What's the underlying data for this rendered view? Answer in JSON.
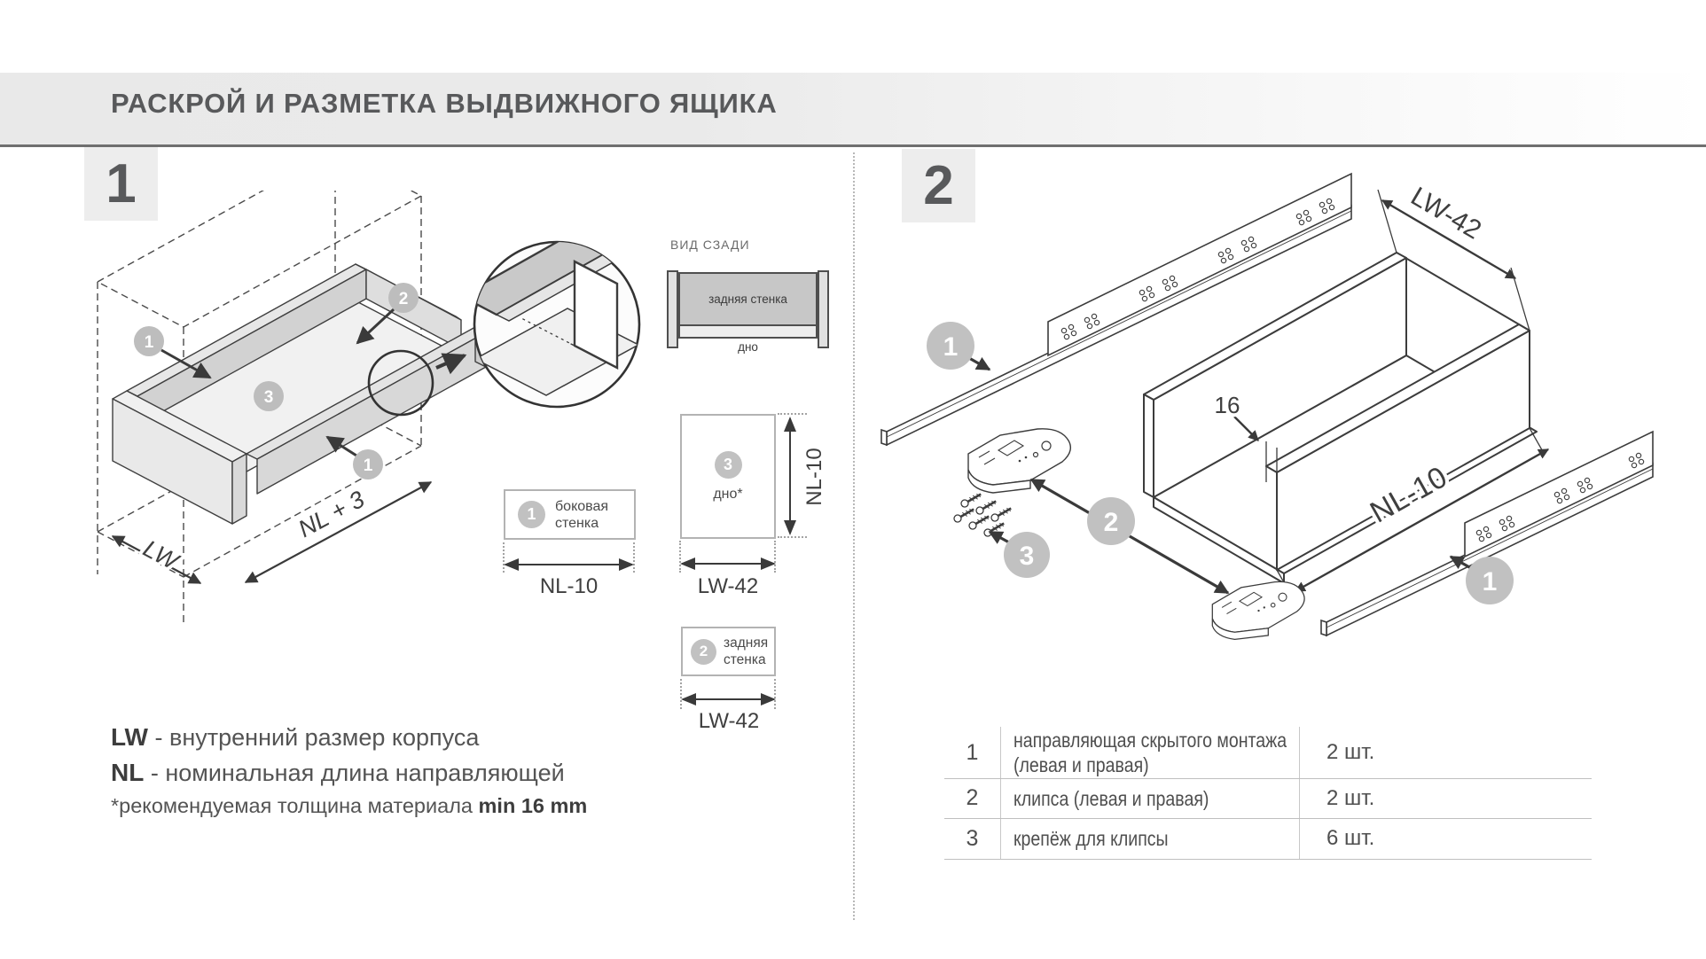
{
  "header": {
    "title": "РАСКРОЙ И РАЗМЕТКА ВЫДВИЖНОГО ЯЩИКА"
  },
  "section1": {
    "badge": "1",
    "callouts": {
      "c1": "1",
      "c2": "2",
      "c3": "3"
    },
    "dims": {
      "lw": "LW",
      "nl3": "NL + 3"
    },
    "rear_view": {
      "title": "ВИД СЗАДИ",
      "back_wall": "задняя стенка",
      "bottom": "дно"
    },
    "parts": {
      "side": {
        "num": "1",
        "line1": "боковая",
        "line2": "стенка",
        "dim": "NL-10"
      },
      "bottom": {
        "num": "3",
        "label": "дно*",
        "dim_h": "NL-10",
        "dim_w": "LW-42"
      },
      "back": {
        "num": "2",
        "line1": "задняя",
        "line2": "стенка",
        "dim": "LW-42"
      }
    },
    "legend": {
      "l1_term": "LW",
      "l1_text": "- внутренний размер корпуса",
      "l2_term": "NL",
      "l2_text": "- номинальная длина направляющей",
      "note_text": "*рекомендуемая толщина материала",
      "note_bold": "min 16 mm"
    }
  },
  "section2": {
    "badge": "2",
    "callouts": {
      "rail_top": "1",
      "rail_bottom": "1",
      "clip": "2",
      "screws": "3"
    },
    "dims": {
      "lw42": "LW-42",
      "nl10": "NL-10",
      "thickness": "16"
    },
    "table": {
      "rows": [
        {
          "num": "1",
          "desc1": "направляющая скрытого монтажа",
          "desc2": "(левая и правая)",
          "qty": "2 шт."
        },
        {
          "num": "2",
          "desc1": "клипса (левая и правая)",
          "desc2": "",
          "qty": "2 шт."
        },
        {
          "num": "3",
          "desc1": "крепёж для клипсы",
          "desc2": "",
          "qty": "6 шт."
        }
      ]
    }
  }
}
